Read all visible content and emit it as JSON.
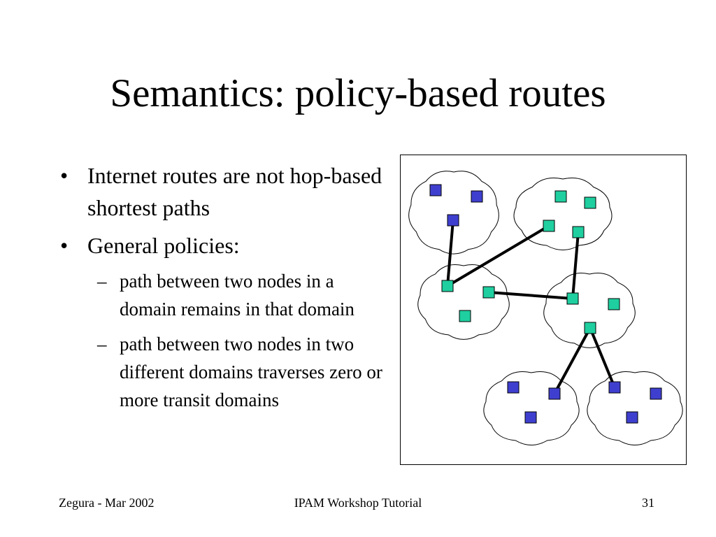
{
  "slide": {
    "title": "Semantics: policy-based routes",
    "bullets": [
      {
        "marker": "•",
        "text": "Internet routes are not hop-based shortest paths"
      },
      {
        "marker": "•",
        "text": "General policies:"
      }
    ],
    "sub_bullets": [
      {
        "marker": "–",
        "text": "path between two nodes in a domain remains in that domain"
      },
      {
        "marker": "–",
        "text": "path between two nodes in two different domains traverses zero or more transit domains"
      }
    ]
  },
  "footer": {
    "left": "Zegura - Mar 2002",
    "center": "IPAM Workshop Tutorial",
    "page": "31"
  },
  "colors": {
    "stub_node": "#3f3fcf",
    "transit_node": "#1fcf9f",
    "edge": "#000000",
    "frame": "#000000"
  }
}
